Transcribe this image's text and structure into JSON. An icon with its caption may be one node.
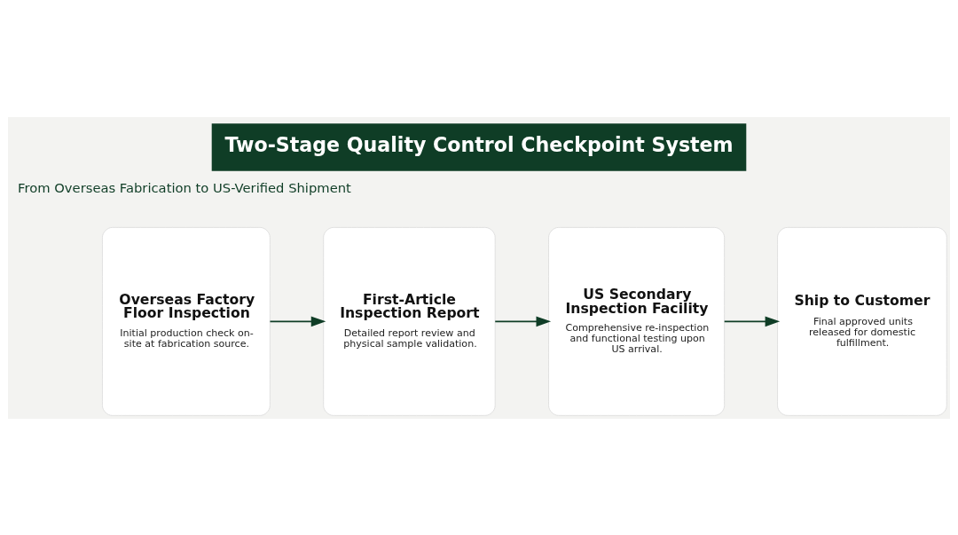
{
  "diagram": {
    "title": "Two-Stage Quality Control Checkpoint System",
    "nodes": [
      {
        "text": [
          "Overseas Factory Floor Inspection",
          "Initial production check on-site at fabrication source."
        ]
      },
      {
        "text": [
          "First-Article Inspection Report",
          "Detailed report review and physical sample validation."
        ]
      },
      {
        "text": [
          "US Secondary Inspection Facility",
          "Comprehensive re-inspection and functional testing upon US arrival."
        ]
      },
      {
        "text": [
          "Ship to Customer",
          "Final approved units released for domestic fulfillment."
        ]
      }
    ],
    "edges": [
      {
        "from": 0,
        "to": 1,
        "arrow": "to"
      },
      {
        "from": 1,
        "to": 2,
        "arrow": "to"
      },
      {
        "from": 2,
        "to": 3,
        "arrow": "to"
      }
    ],
    "labels": [
      "From Overseas Fabrication to US-Verified Shipment"
    ]
  }
}
